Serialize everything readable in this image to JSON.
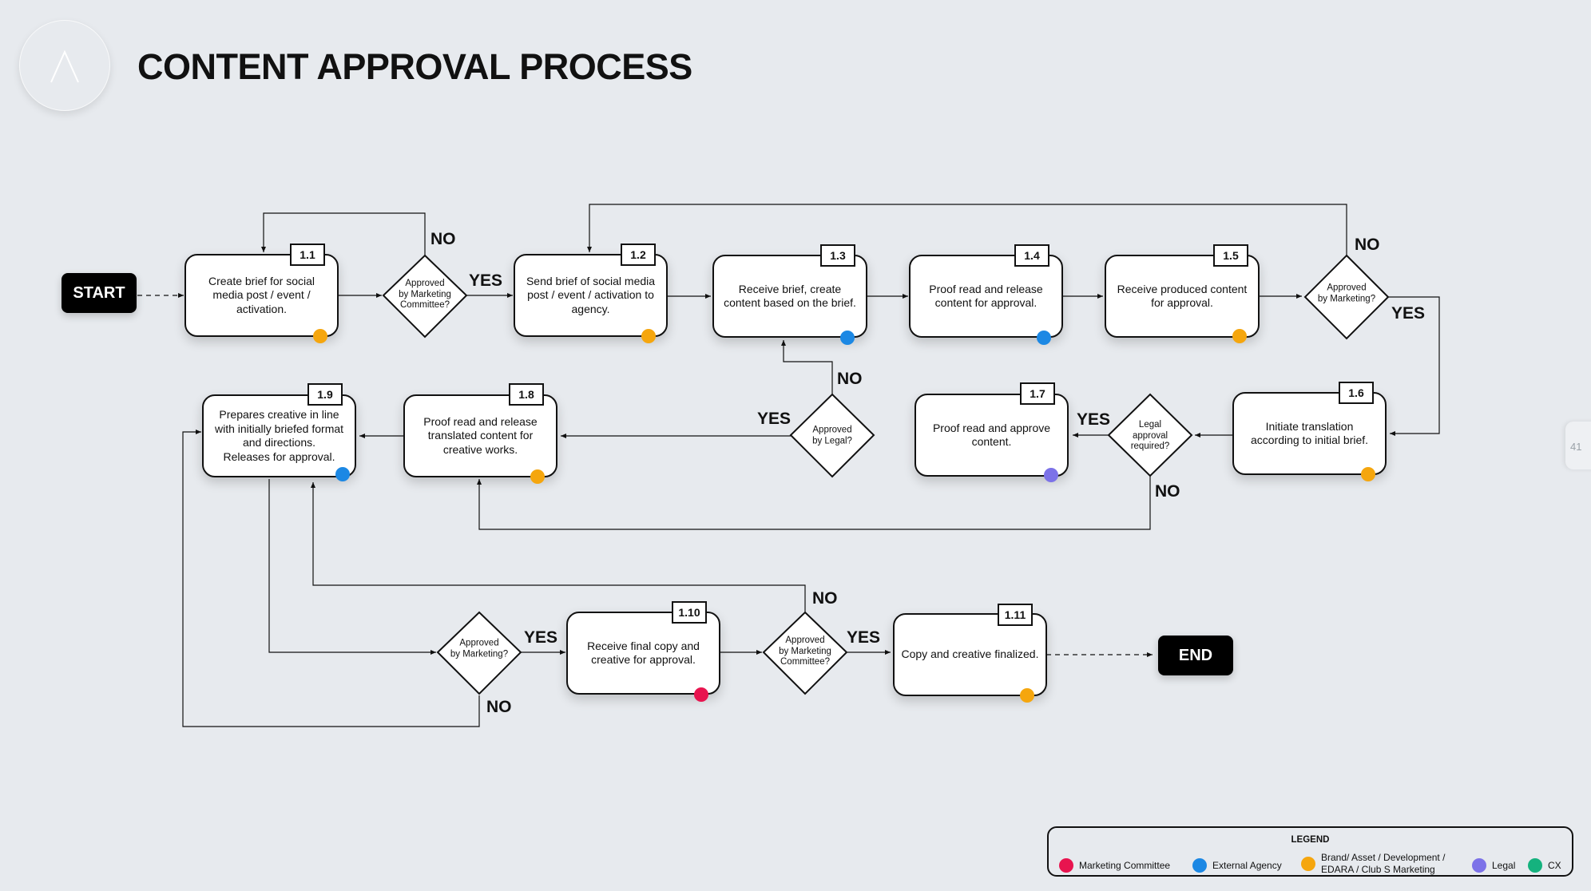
{
  "title": "CONTENT APPROVAL PROCESS",
  "page_number": "41",
  "colors": {
    "marketing_committee": "#e8144f",
    "external_agency": "#1c88e4",
    "brand": "#f5a60e",
    "legal": "#7c72e8",
    "cx": "#15b27e"
  },
  "terminals": {
    "start": "START",
    "end": "END"
  },
  "steps": {
    "s1_1": {
      "num": "1.1",
      "text": "Create brief for social\nmedia post / event /\nactivation.",
      "role": "brand"
    },
    "s1_2": {
      "num": "1.2",
      "text": "Send brief of social media\npost / event / activation to\nagency.",
      "role": "brand"
    },
    "s1_3": {
      "num": "1.3",
      "text": "Receive brief, create\ncontent based on the brief.",
      "role": "external_agency"
    },
    "s1_4": {
      "num": "1.4",
      "text": "Proof read and release\ncontent for approval.",
      "role": "external_agency"
    },
    "s1_5": {
      "num": "1.5",
      "text": "Receive produced content\nfor approval.",
      "role": "brand"
    },
    "s1_6": {
      "num": "1.6",
      "text": "Initiate translation\naccording to initial brief.",
      "role": "brand"
    },
    "s1_7": {
      "num": "1.7",
      "text": "Proof read and approve\ncontent.",
      "role": "legal"
    },
    "s1_8": {
      "num": "1.8",
      "text": "Proof read and release\ntranslated content for\ncreative works.",
      "role": "brand"
    },
    "s1_9": {
      "num": "1.9",
      "text": "Prepares creative in line\nwith initially briefed format\nand directions.\nReleases for approval.",
      "role": "external_agency"
    },
    "s1_10": {
      "num": "1.10",
      "text": "Receive final copy and\ncreative for approval.",
      "role": "marketing_committee"
    },
    "s1_11": {
      "num": "1.11",
      "text": "Copy and creative finalized.",
      "role": "brand"
    }
  },
  "decisions": {
    "d1": "Approved\nby Marketing\nCommittee?",
    "d2": "Approved\nby Marketing?",
    "d3": "Legal\napproval\nrequired?",
    "d4": "Approved\nby Legal?",
    "d5": "Approved\nby Marketing?",
    "d6": "Approved\nby Marketing\nCommittee?"
  },
  "branch_labels": {
    "d1_no": "NO",
    "d1_yes": "YES",
    "d2_no": "NO",
    "d2_yes": "YES",
    "d3_yes": "YES",
    "d3_no": "NO",
    "d4_no": "NO",
    "d4_yes": "YES",
    "d5_yes": "YES",
    "d5_no": "NO",
    "d6_no": "NO",
    "d6_yes": "YES"
  },
  "legend": {
    "title": "LEGEND",
    "items": [
      {
        "label": "Marketing Committee",
        "color": "#e8144f"
      },
      {
        "label": "External Agency",
        "color": "#1c88e4"
      },
      {
        "label": "Brand/ Asset / Development /\nEDARA / Club S Marketing",
        "color": "#f5a60e"
      },
      {
        "label": "Legal",
        "color": "#7c72e8"
      },
      {
        "label": "CX",
        "color": "#15b27e"
      }
    ]
  }
}
